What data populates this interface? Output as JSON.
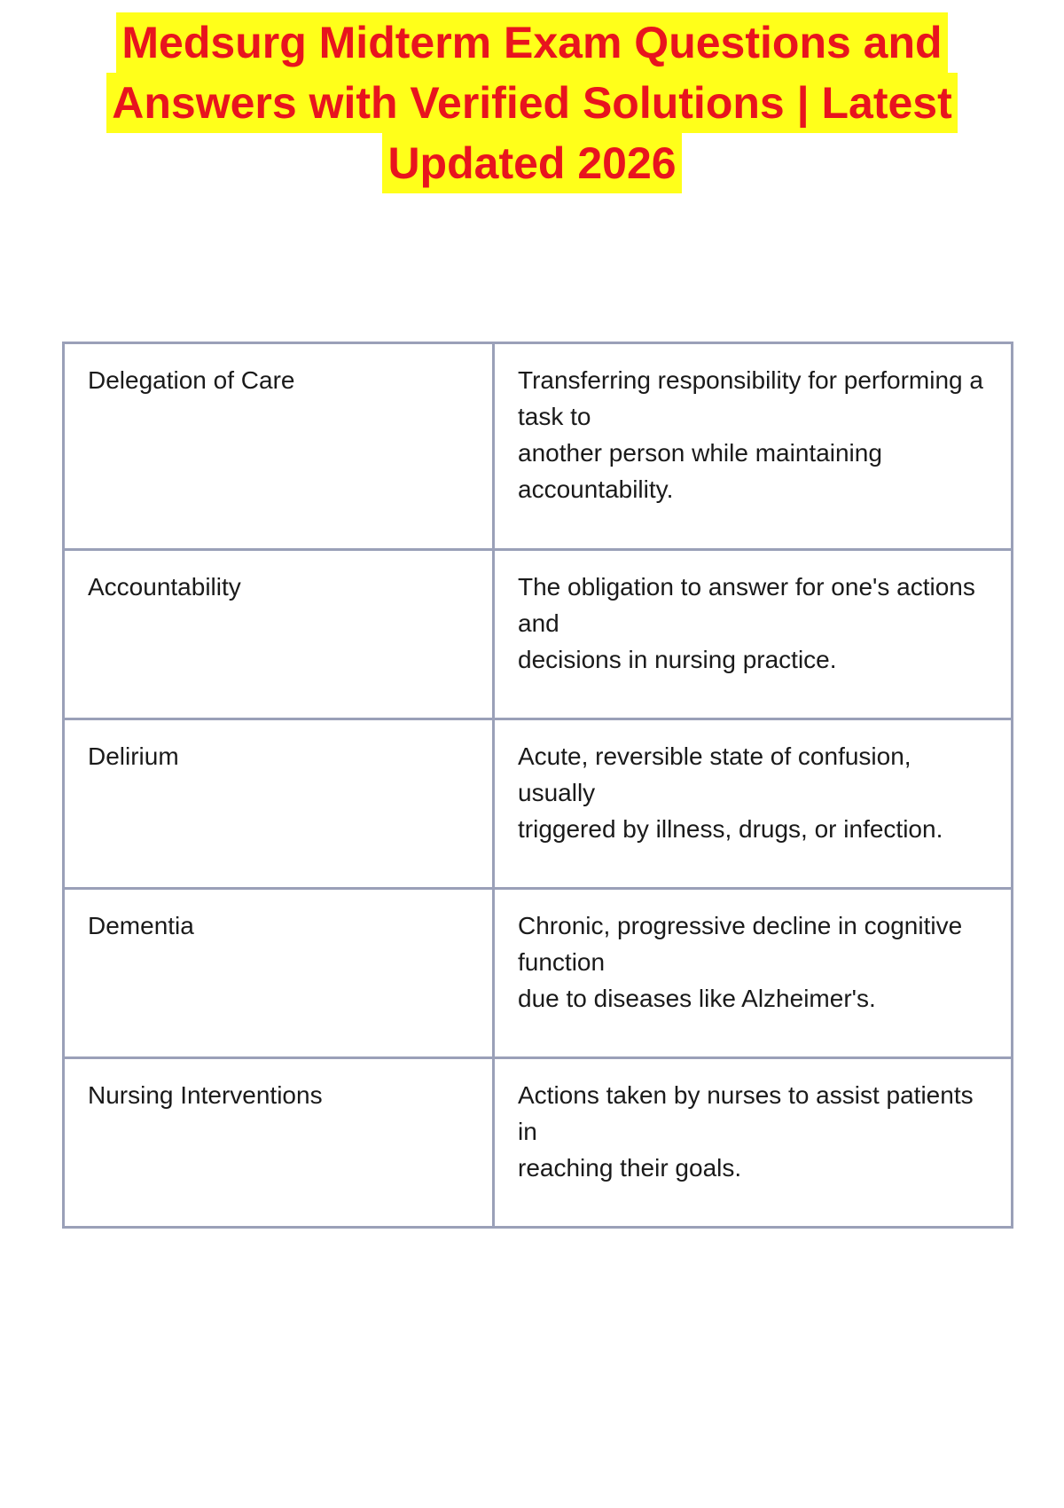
{
  "document": {
    "title_lines": [
      "Medsurg Midterm Exam Questions and",
      "Answers with Verified Solutions | Latest",
      "Updated 2026"
    ],
    "rows": [
      {
        "term": "Delegation of Care",
        "definition_lines": [
          "Transferring responsibility for performing a",
          "task to",
          "another person while maintaining",
          "accountability."
        ]
      },
      {
        "term": "Accountability",
        "definition_lines": [
          "The obligation to answer for one's actions",
          "and",
          "decisions in nursing practice."
        ]
      },
      {
        "term": "Delirium",
        "definition_lines": [
          "Acute, reversible state of confusion,",
          "usually",
          "triggered by illness, drugs, or infection."
        ]
      },
      {
        "term": "Dementia",
        "definition_lines": [
          "Chronic, progressive decline in cognitive",
          "function",
          "due to diseases like Alzheimer's."
        ]
      },
      {
        "term": "Nursing Interventions",
        "definition_lines": [
          "Actions taken by nurses to assist patients",
          "in",
          "reaching their goals."
        ]
      }
    ]
  },
  "colors": {
    "title_text": "#e8141e",
    "title_highlight": "#ffff1a",
    "table_border": "#9aa0b8",
    "body_text": "#1a1a1a"
  }
}
